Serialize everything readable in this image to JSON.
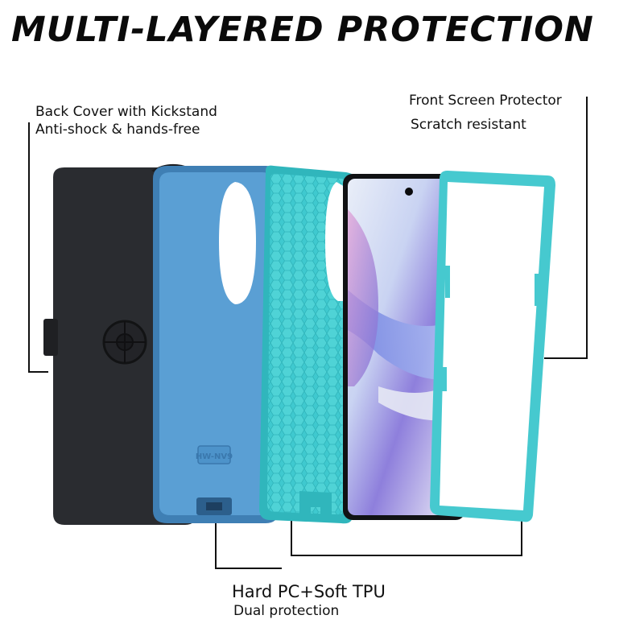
{
  "header": {
    "title": "MULTI-LAYERED PROTECTION"
  },
  "callouts": {
    "back_cover": {
      "title": "Back Cover with Kickstand",
      "subtitle": "Anti-shock & hands-free"
    },
    "screen_protector": {
      "title": "Front Screen Protector",
      "subtitle": "Scratch resistant"
    },
    "pc_tpu": {
      "title": "Hard PC+Soft TPU",
      "subtitle": "Dual protection"
    }
  },
  "product": {
    "model_emboss": "HW-NV9",
    "layers": [
      "holster-clip",
      "hard-pc-shell",
      "soft-tpu-inner",
      "phone",
      "screen-frame"
    ]
  },
  "colors": {
    "holster": "#2a2c30",
    "pc_shell": "#5a9fd4",
    "tpu_inner": "#4fd3d6",
    "screen_frame": "#5fd6dc",
    "leader_lines": "#111111"
  }
}
